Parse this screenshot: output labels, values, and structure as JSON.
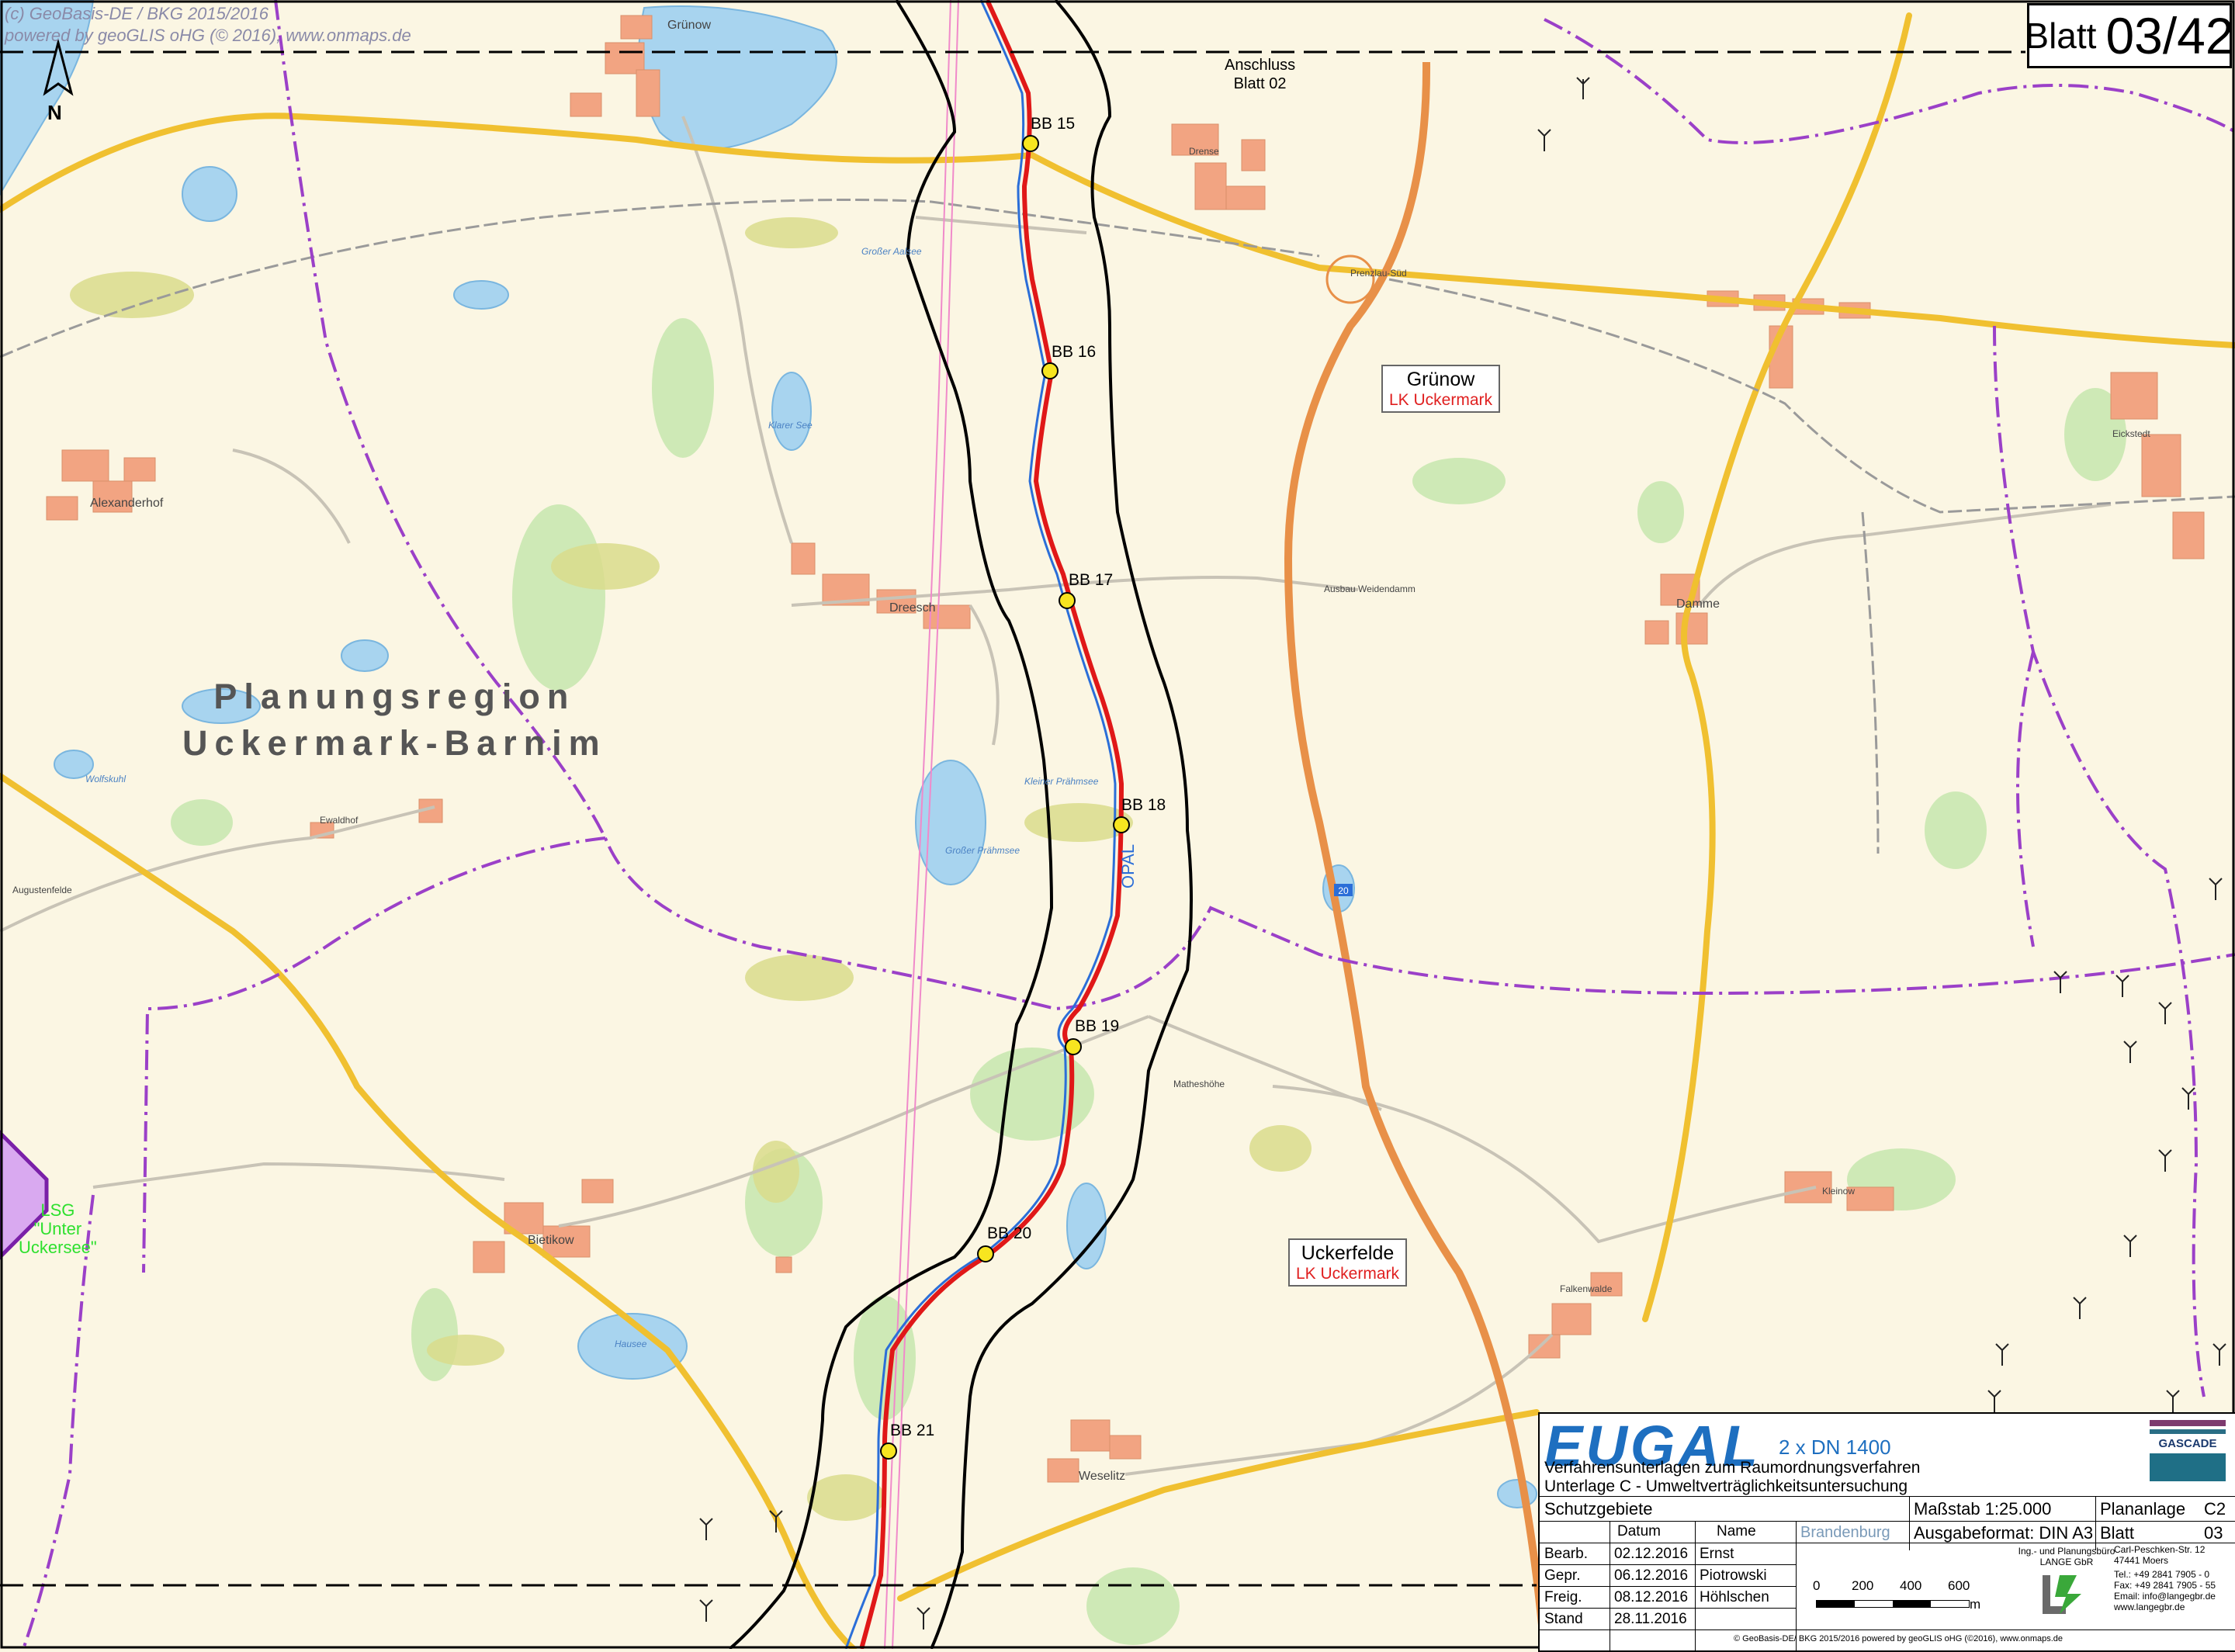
{
  "sheet": {
    "label": "Blatt",
    "number": "03/42"
  },
  "copyright": {
    "line1": "(c) GeoBasis-DE / BKG 2015/2016",
    "line2": "powered by geoGLIS oHG (© 2016), www.onmaps.de"
  },
  "north_arrow": {
    "label": "N"
  },
  "region": {
    "line1": "Planungsregion",
    "line2": "Uckermark-Barnim"
  },
  "pipeline_points": [
    "BB 15",
    "BB 16",
    "BB 17",
    "BB 18",
    "BB 19",
    "BB 20",
    "BB 21"
  ],
  "pipeline_label": "OPAL",
  "notes": {
    "anschluss": "Anschluss\nBlatt 02"
  },
  "municipalities": [
    {
      "name": "Grünow",
      "district": "LK Uckermark"
    },
    {
      "name": "Uckerfelde",
      "district": "LK Uckermark"
    }
  ],
  "lsg": "LSG\n\"Unter\nUckersee\"",
  "towns": [
    "Grünow",
    "Drense",
    "Alexanderhof",
    "Dreesch",
    "Damme",
    "Eickstedt",
    "Ewaldhof",
    "Augustenfelde",
    "Bietikow",
    "Kleinow",
    "Falkenwalde",
    "Weselitz",
    "Matheshöhe",
    "Ausbau Weidendamm",
    "Prenzlau-Süd"
  ],
  "water_bodies": [
    "Großer Aalsee",
    "Klarer See",
    "Kleiner Prähmsee",
    "Großer Prähmsee",
    "Hausee",
    "Wolfskuhl"
  ],
  "road_shields": [
    "20"
  ],
  "title_block": {
    "project": "EUGAL",
    "project_sub": "2 x DN 1400",
    "desc1": "Verfahrensunterlagen zum Raumordnungsverfahren",
    "desc2": "Unterlage C - Umweltverträglichkeitsuntersuchung",
    "company": "GASCADE",
    "subject": "Schutzgebiete",
    "scale_label": "Maßstab 1:25.000",
    "plan_label": "Plananlage",
    "plan_value": "C2",
    "format_label": "Ausgabeformat: DIN A3",
    "sheet_label": "Blatt",
    "sheet_value": "03",
    "state": "Brandenburg",
    "date_header": "Datum",
    "name_header": "Name",
    "rows": [
      {
        "role": "Bearb.",
        "date": "02.12.2016",
        "name": "Ernst"
      },
      {
        "role": "Gepr.",
        "date": "06.12.2016",
        "name": "Piotrowski"
      },
      {
        "role": "Freig.",
        "date": "08.12.2016",
        "name": "Höhlschen"
      },
      {
        "role": "Stand",
        "date": "28.11.2016",
        "name": ""
      }
    ],
    "scalebar": {
      "ticks": [
        "0",
        "200",
        "400",
        "600"
      ],
      "unit": "m"
    },
    "office_line1": "Ing.- und Planungsbüro",
    "office_line2": "LANGE GbR",
    "address": [
      "Carl-Peschken-Str. 12",
      "47441 Moers",
      "Tel.: +49 2841 7905 - 0",
      "Fax: +49 2841 7905 - 55",
      "Email: info@langegbr.de",
      "www.langegbr.de"
    ],
    "footer": "© GeoBasis-DE/ BKG 2015/2016 powered by geoGLIS oHG (©2016), www.onmaps.de"
  },
  "colors": {
    "pipeline_red": "#e01818",
    "pipeline_blue": "#2b6ed8",
    "boundary": "#9b40c8",
    "corridor": "#000000",
    "settlement": "#f2a482",
    "forest": "#bde3a0",
    "water": "#a8d4ef",
    "road_main": "#f0c030",
    "highway": "#e89048"
  }
}
